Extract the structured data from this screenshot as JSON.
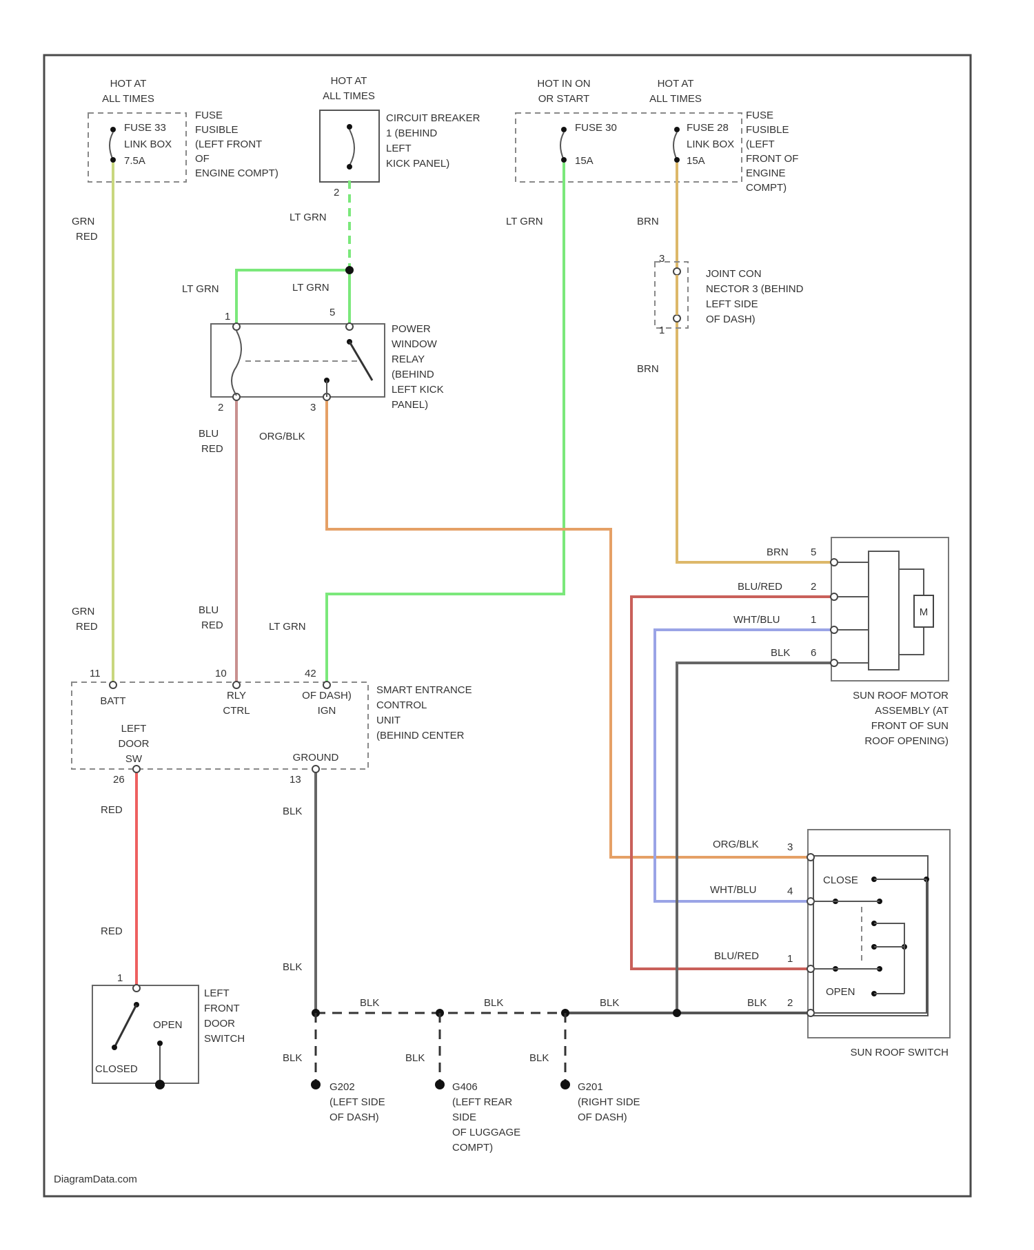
{
  "source": {
    "fuse_left": {
      "hot": [
        "HOT AT",
        "ALL TIMES"
      ],
      "label": [
        "FUSE",
        "FUSIBLE",
        "LINK BOX",
        "(LEFT FRONT",
        "OF",
        "ENGINE COMPT)"
      ],
      "fuse_name": "FUSE 33",
      "rating": "7.5A"
    },
    "circuit_breaker": {
      "hot": [
        "HOT AT",
        "ALL TIMES"
      ],
      "label": [
        "CIRCUIT BREAKER",
        "1 (BEHIND",
        "LEFT",
        "KICK PANEL)"
      ]
    },
    "fuse_mid": {
      "hot": [
        "HOT IN ON",
        "OR START"
      ],
      "fuse_name": "FUSE 30",
      "rating": "15A"
    },
    "fuse_right": {
      "hot": [
        "HOT AT",
        "ALL TIMES"
      ],
      "label": [
        "FUSE",
        "FUSIBLE",
        "LINK BOX",
        "(LEFT",
        "FRONT OF",
        "ENGINE",
        "COMPT)"
      ],
      "fuse_name": "FUSE 28",
      "rating": "15A"
    }
  },
  "joint_connector": {
    "label": [
      "JOINT CON",
      "NECTOR 3 (BEHIND",
      "LEFT SIDE",
      "OF DASH)"
    ]
  },
  "relay": {
    "label": [
      "POWER",
      "WINDOW",
      "RELAY",
      "(BEHIND",
      "LEFT KICK",
      "PANEL)"
    ]
  },
  "control_unit": {
    "label": [
      "SMART ENTRANCE",
      "CONTROL",
      "UNIT",
      "(BEHIND CENTER"
    ],
    "terminals": {
      "batt": "BATT",
      "rly_ctrl": [
        "RLY",
        "CTRL"
      ],
      "ign": [
        "OF DASH)",
        "IGN"
      ],
      "left_door": [
        "LEFT",
        "DOOR",
        "SW"
      ],
      "ground": "GROUND"
    }
  },
  "motor": {
    "label": [
      "SUN ROOF MOTOR",
      "ASSEMBLY (AT",
      "FRONT OF SUN",
      "ROOF OPENING)"
    ],
    "symbol": "M"
  },
  "sunroof_switch": {
    "label": "SUN ROOF SWITCH",
    "close": "CLOSE",
    "open": "OPEN"
  },
  "door_switch": {
    "label": [
      "LEFT",
      "FRONT",
      "DOOR",
      "SWITCH"
    ],
    "open": "OPEN",
    "closed": "CLOSED"
  },
  "grounds": [
    [
      "G202",
      "(LEFT SIDE",
      "OF DASH)"
    ],
    [
      "G406",
      "(LEFT REAR",
      "SIDE",
      "OF LUGGAGE",
      "COMPT)"
    ],
    [
      "G201",
      "(RIGHT SIDE",
      "OF DASH)"
    ]
  ],
  "wires": {
    "grn_red": [
      "GRN",
      "RED"
    ],
    "lt_grn": "LT GRN",
    "blu_red": [
      "BLU",
      "RED"
    ],
    "org_blk": "ORG/BLK",
    "brn": "BRN",
    "red": "RED",
    "blk": "BLK",
    "blu_red_h": "BLU/RED",
    "wht_blu": "WHT/BLU"
  },
  "pins": {
    "cb": "2",
    "relay": [
      "1",
      "5",
      "2",
      "3"
    ],
    "jc": [
      "3",
      "1"
    ],
    "cu": [
      "11",
      "10",
      "42",
      "26",
      "13"
    ],
    "motor": [
      "5",
      "2",
      "1",
      "6"
    ],
    "switch": [
      "3",
      "4",
      "1",
      "2"
    ],
    "door": "1"
  },
  "colors": {
    "grn_red": "#c9d77e",
    "lt_grn": "#7be87b",
    "blu_red": "#c8908f",
    "org_blk": "#e5a066",
    "brn": "#ddb86a",
    "red": "#ee6060",
    "blk": "#666666",
    "blu_red_wire": "#c9605a",
    "wht_blu": "#9aa4e6"
  },
  "watermark": "DiagramData.com"
}
